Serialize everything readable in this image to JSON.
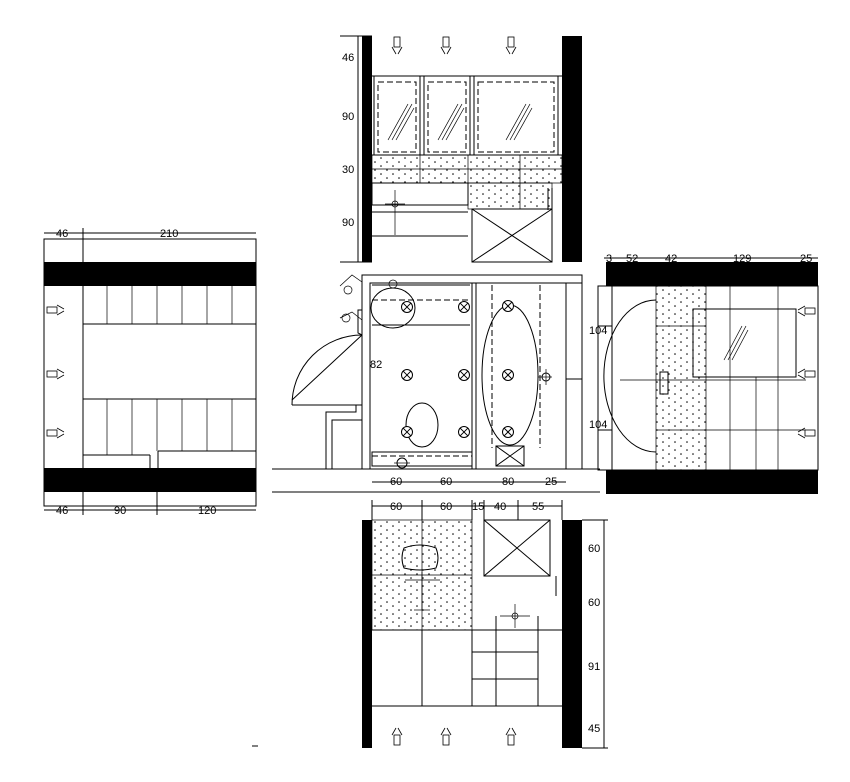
{
  "drawing": {
    "top_elevation": {
      "vertical_dims": [
        "46",
        "90",
        "30",
        "90"
      ]
    },
    "left_elevation": {
      "top_dims": [
        "46",
        "210"
      ],
      "bottom_dims": [
        "46",
        "90",
        "120"
      ]
    },
    "plan": {
      "side_dim": "82",
      "bottom_dims": [
        "60",
        "60",
        "80",
        "25"
      ]
    },
    "right_elevation": {
      "top_dims": [
        "3",
        "52",
        "42",
        "129",
        "25"
      ],
      "side_dims": [
        "104",
        "104"
      ]
    },
    "bottom_elevation": {
      "top_dims": [
        "60",
        "60",
        "15",
        "40",
        "55"
      ],
      "side_dims": [
        "60",
        "60",
        "91",
        "45"
      ]
    }
  },
  "colors": {
    "ink": "#000000",
    "paper": "#ffffff"
  },
  "icons": [
    "wall-light-icon",
    "ceiling-light-icon",
    "mirror-icon",
    "tap-icon"
  ]
}
